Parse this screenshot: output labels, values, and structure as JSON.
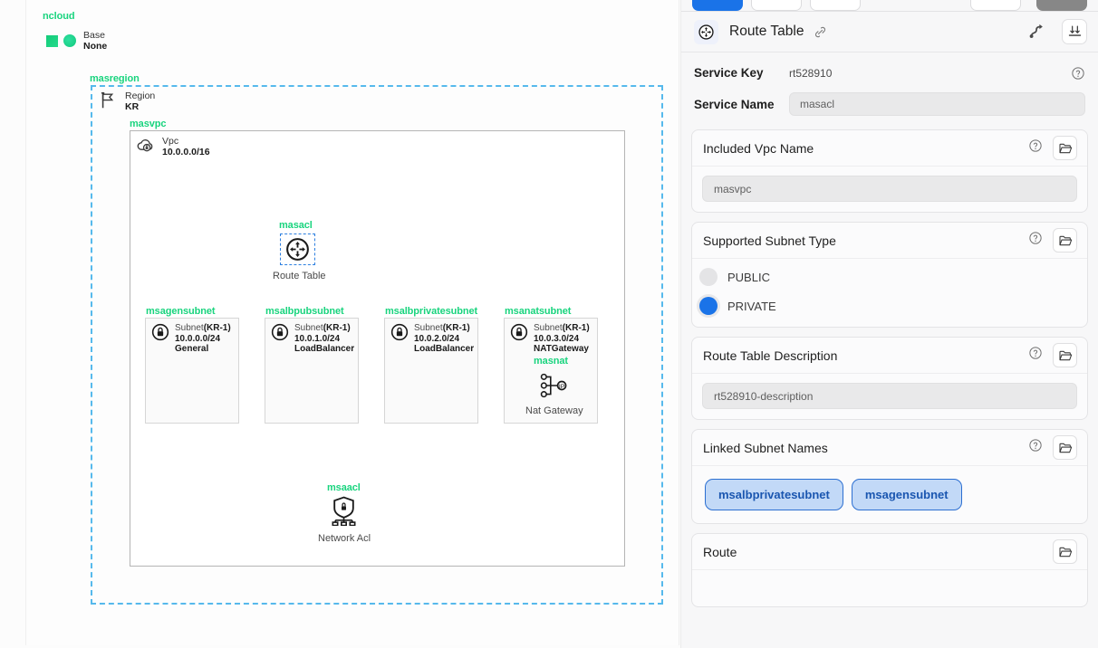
{
  "canvas": {
    "root_label": "ncloud",
    "base": {
      "label": "Base",
      "value": "None"
    },
    "region_group_label": "masregion",
    "region": {
      "label": "Region",
      "value": "KR"
    },
    "vpc_group_label": "masvpc",
    "vpc": {
      "label": "Vpc",
      "value": "10.0.0.0/16"
    },
    "route_table": {
      "group_label": "masacl",
      "caption": "Route Table"
    },
    "subnets": [
      {
        "group_label": "msagensubnet",
        "type": "Subnet",
        "zone": "(KR-1)",
        "cidr": "10.0.0.0/24",
        "usage": "General"
      },
      {
        "group_label": "msalbpubsubnet",
        "type": "Subnet",
        "zone": "(KR-1)",
        "cidr": "10.0.1.0/24",
        "usage": "LoadBalancer"
      },
      {
        "group_label": "msalbprivatesubnet",
        "type": "Subnet",
        "zone": "(KR-1)",
        "cidr": "10.0.2.0/24",
        "usage": "LoadBalancer"
      },
      {
        "group_label": "msanatsubnet",
        "type": "Subnet",
        "zone": "(KR-1)",
        "cidr": "10.0.3.0/24",
        "usage": "NATGateway"
      }
    ],
    "nat_gateway": {
      "group_label": "masnat",
      "caption": "Nat Gateway"
    },
    "network_acl": {
      "group_label": "msaacl",
      "caption": "Network Acl"
    }
  },
  "panel": {
    "header": {
      "title": "Route Table",
      "badge_icon": "route-table-icon",
      "link_icon": "link-icon",
      "path_icon": "path-route-icon",
      "collapse_icon": "collapse-all-icon"
    },
    "service_key": {
      "label": "Service Key",
      "value": "rt528910"
    },
    "service_name": {
      "label": "Service Name",
      "value": "masacl"
    },
    "sections": [
      {
        "title": "Included Vpc Name",
        "value": "masvpc"
      },
      {
        "title": "Supported Subnet Type",
        "options": [
          "PUBLIC",
          "PRIVATE"
        ],
        "selected": "PRIVATE"
      },
      {
        "title": "Route Table Description",
        "value": "rt528910-description"
      },
      {
        "title": "Linked Subnet Names",
        "chips": [
          "msalbprivatesubnet",
          "msagensubnet"
        ]
      },
      {
        "title": "Route"
      }
    ]
  },
  "colors": {
    "group_green": "#19d47e",
    "region_dashed_blue": "#56b9ec",
    "selection_blue": "#2c7fe0",
    "accent_blue": "#1a73e8",
    "chip_fill": "#c2d9f7",
    "chip_border": "#2c6fd1"
  }
}
